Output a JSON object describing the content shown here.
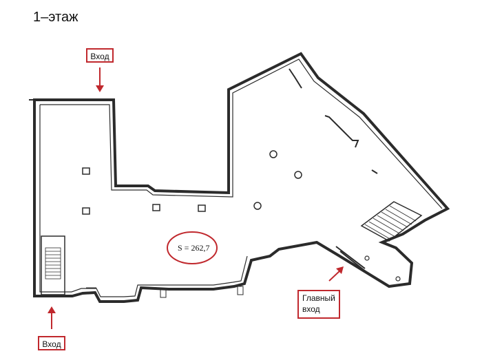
{
  "plan": {
    "title": "1–этаж",
    "entrances": {
      "top": "Вход",
      "bottom": "Вход",
      "main_line1": "Главный",
      "main_line2": "вход"
    },
    "area_label": "S = 262,7"
  },
  "colors": {
    "wall": "#2b2b2b",
    "highlight": "#c0282d",
    "background": "#ffffff"
  }
}
